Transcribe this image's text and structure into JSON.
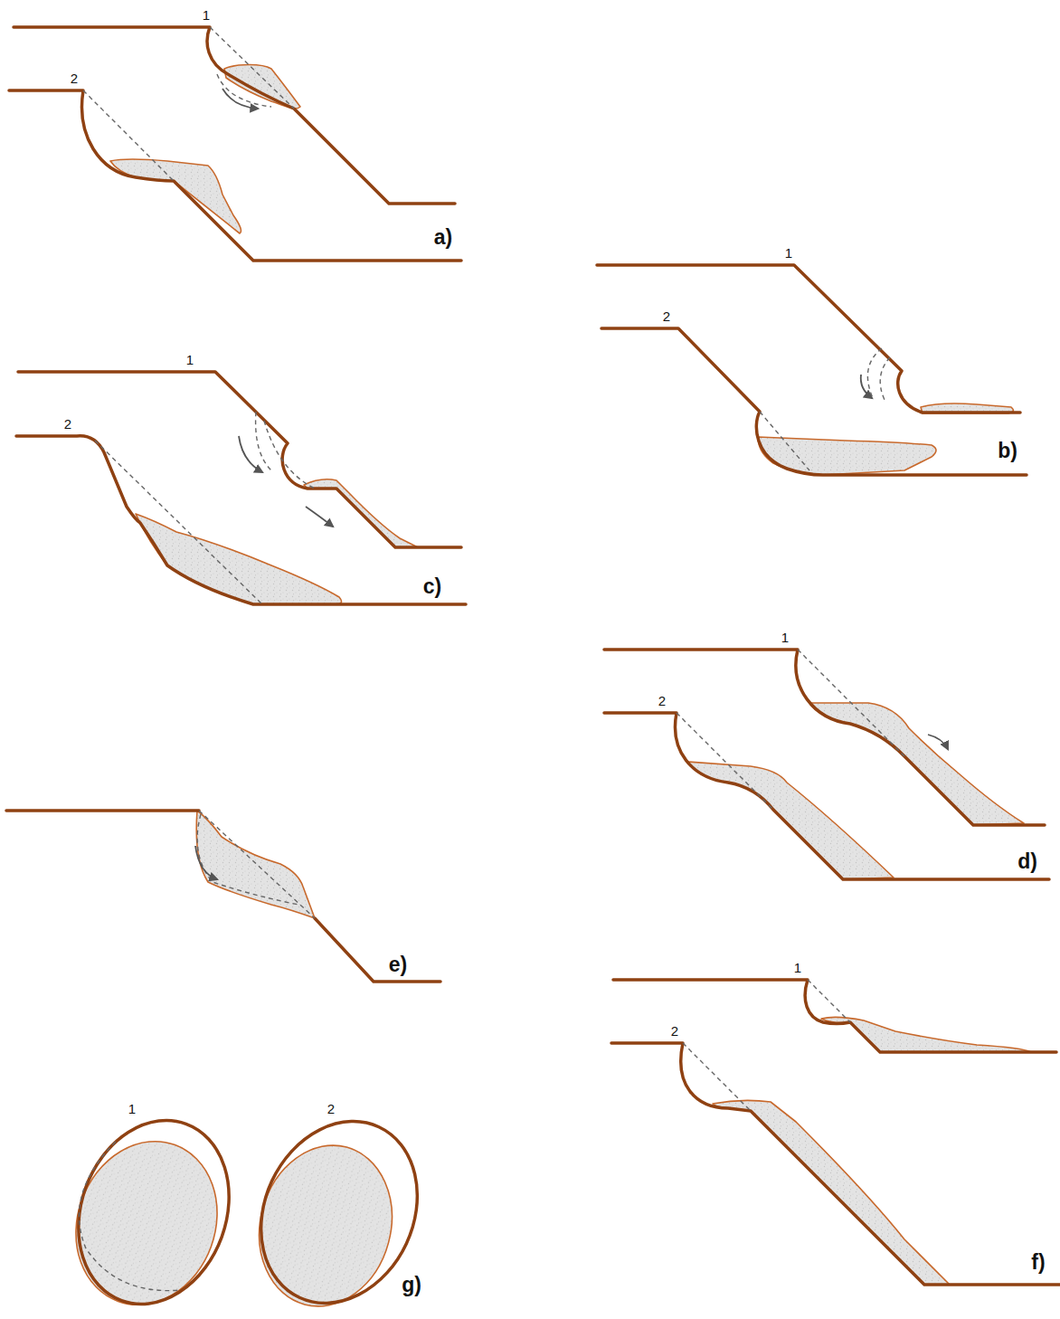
{
  "diagram": {
    "labels": [
      "1",
      "2",
      "a)",
      "1",
      "2",
      "b)",
      "1",
      "2",
      "c)",
      "1",
      "2",
      "d)",
      "e)",
      "1",
      "2",
      "g)",
      "1",
      "2",
      "f)"
    ]
  }
}
